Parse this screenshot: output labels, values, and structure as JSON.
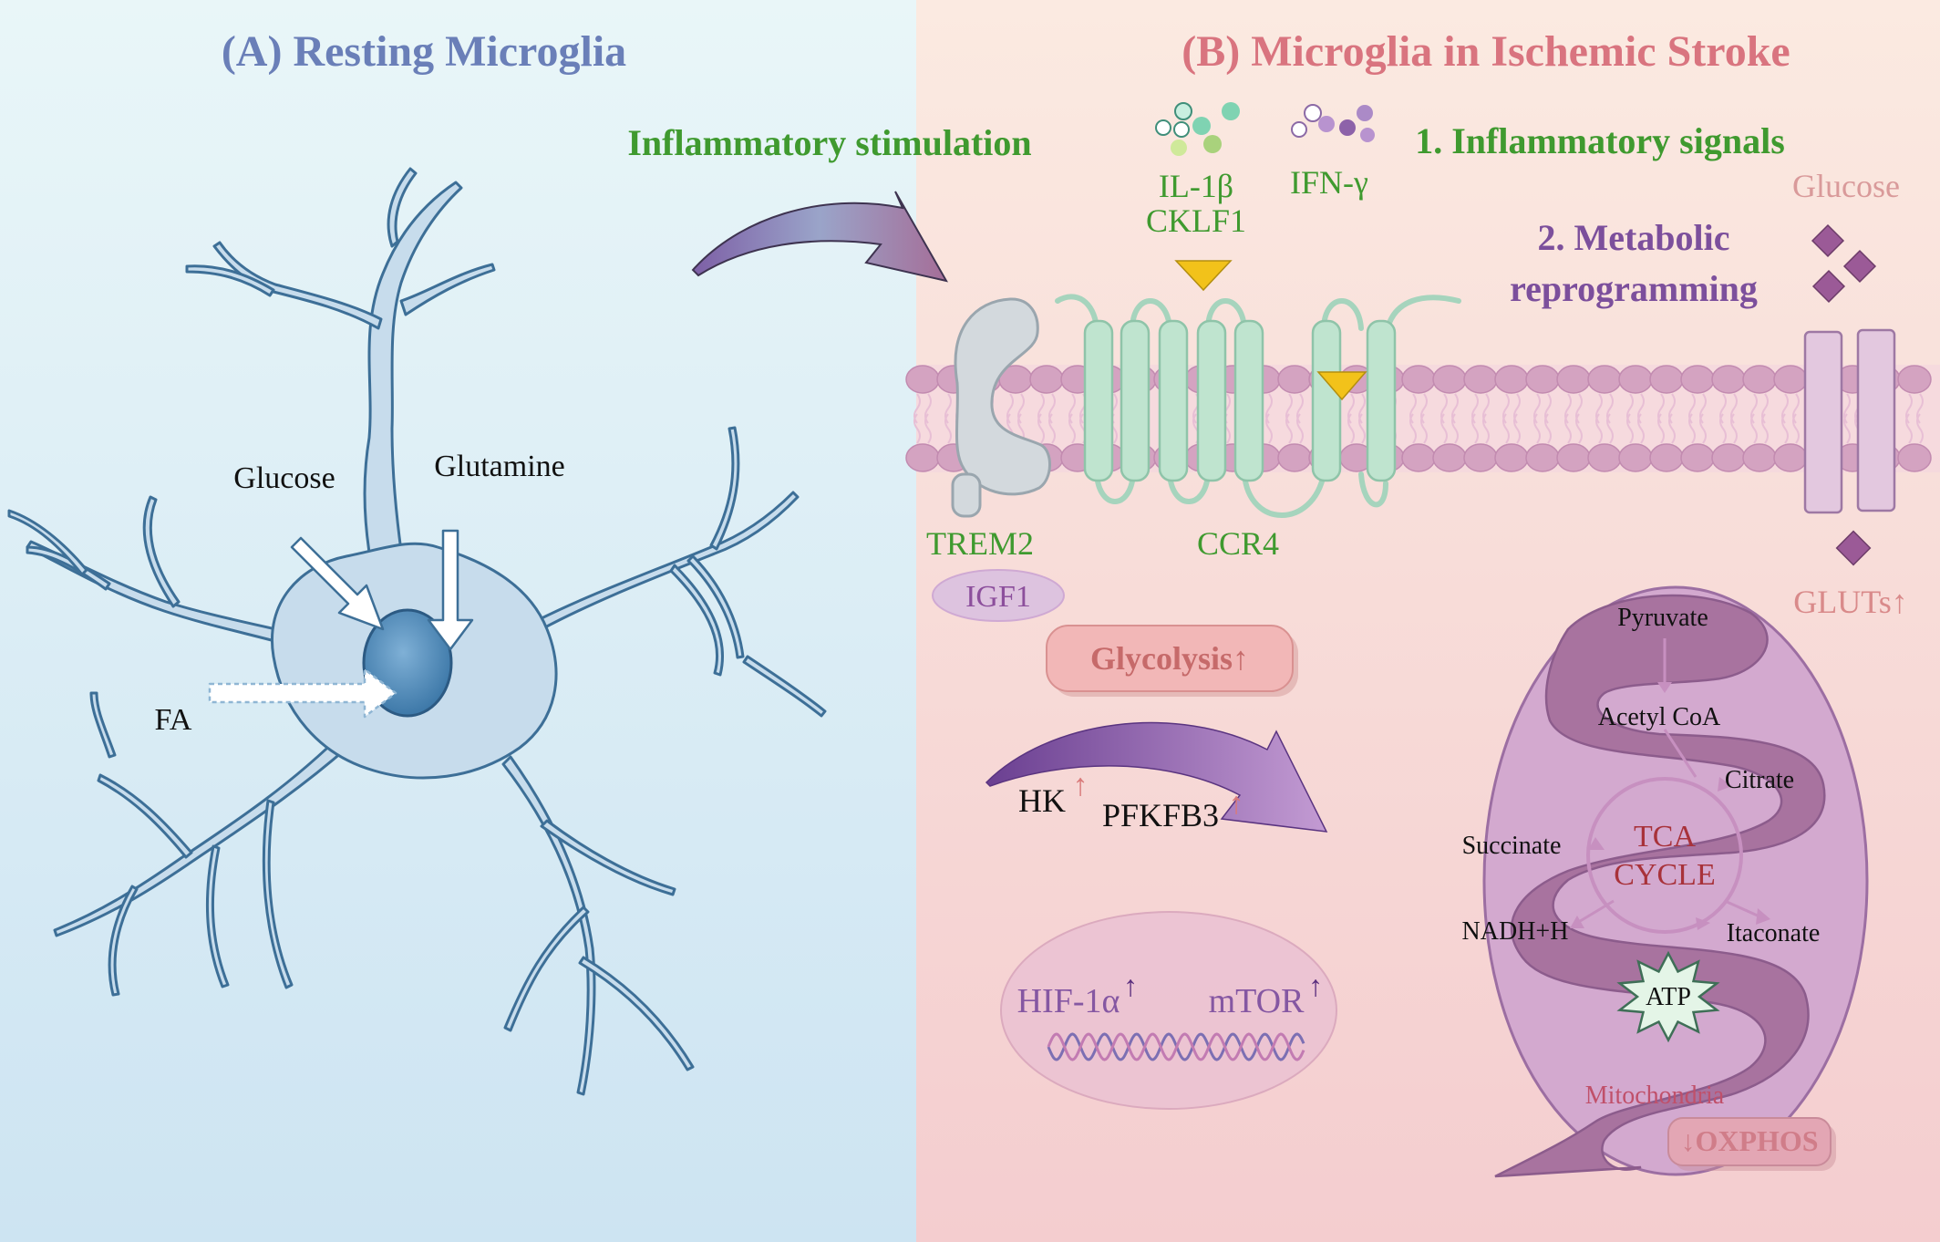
{
  "panel_a": {
    "title": "(A) Resting Microglia",
    "glucose": "Glucose",
    "glutamine": "Glutamine",
    "fa": "FA"
  },
  "panel_b": {
    "title": "(B) Microglia in Ischemic Stroke",
    "inflammatory_stimulation": "Inflammatory stimulation",
    "inflammatory_signals": "1. Inflammatory signals",
    "il1b": "IL-1β",
    "cklf1": "CKLF1",
    "ifng": "IFN-γ",
    "glucose": "Glucose",
    "metabolic_line1": "2. Metabolic",
    "metabolic_line2": "reprogramming",
    "trem2": "TREM2",
    "ccr4": "CCR4",
    "igf1": "IGF1",
    "gluts": "GLUTs↑",
    "glycolysis": "Glycolysis↑",
    "hk": "HK",
    "pfkfb3": "PFKFB3",
    "hif": "HIF-1α",
    "mtor": "mTOR",
    "pyruvate": "Pyruvate",
    "acetyl_coa": "Acetyl CoA",
    "citrate": "Citrate",
    "succinate": "Succinate",
    "tca1": "TCA",
    "tca2": "CYCLE",
    "nadh": "NADH+H",
    "itaconate": "Itaconate",
    "atp": "ATP",
    "mitochondria": "Mitochondria",
    "oxphos": "↓OXPHOS"
  },
  "colors": {
    "title_a": "#6a7fb8",
    "title_b": "#d9747f",
    "green_text": "#3f9a2f",
    "purple_text": "#7c4f9c",
    "pink_text": "#d98a8a",
    "panel_a_bg_top": "#e8f5f8",
    "panel_a_bg_bottom": "#cfe6f3",
    "panel_b_bg_top": "#fbe8e0",
    "panel_b_bg_bottom": "#f5cfd0"
  }
}
